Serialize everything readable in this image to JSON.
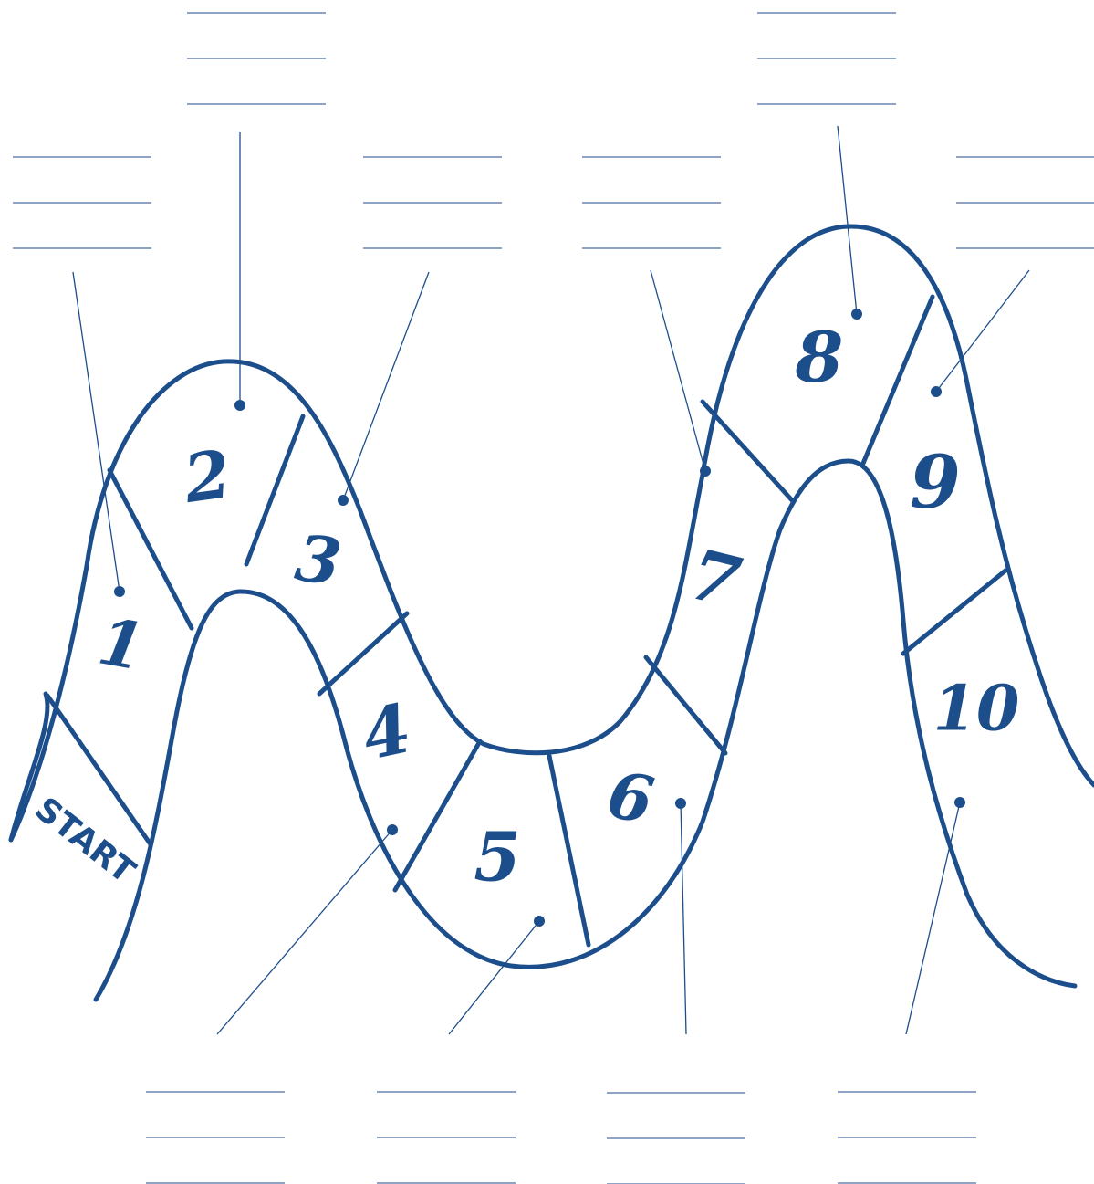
{
  "start_label": "START",
  "colors": {
    "ink": "#1d4e8c",
    "rule": "#8fa3c6"
  },
  "spaces": [
    {
      "id": "1",
      "label": "1"
    },
    {
      "id": "2",
      "label": "2"
    },
    {
      "id": "3",
      "label": "3"
    },
    {
      "id": "4",
      "label": "4"
    },
    {
      "id": "5",
      "label": "5"
    },
    {
      "id": "6",
      "label": "6"
    },
    {
      "id": "7",
      "label": "7"
    },
    {
      "id": "8",
      "label": "8"
    },
    {
      "id": "9",
      "label": "9"
    },
    {
      "id": "10",
      "label": "10"
    }
  ],
  "answer_blocks": [
    {
      "space": "1",
      "lines": 3
    },
    {
      "space": "2",
      "lines": 3
    },
    {
      "space": "3",
      "lines": 3
    },
    {
      "space": "4",
      "lines": 3
    },
    {
      "space": "5",
      "lines": 3
    },
    {
      "space": "6",
      "lines": 3
    },
    {
      "space": "7",
      "lines": 3
    },
    {
      "space": "8",
      "lines": 3
    },
    {
      "space": "9",
      "lines": 3
    },
    {
      "space": "10",
      "lines": 3
    }
  ]
}
